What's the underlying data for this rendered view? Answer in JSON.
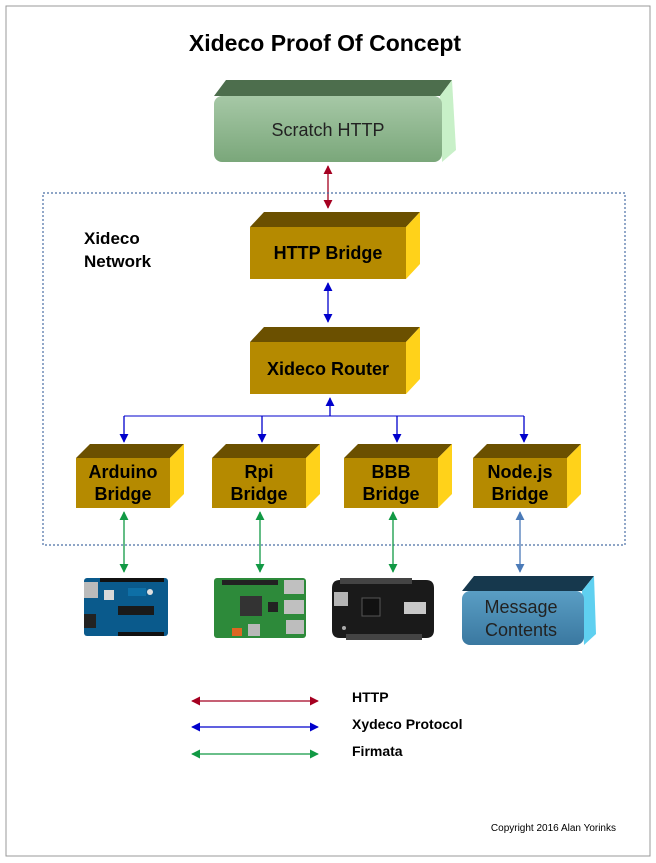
{
  "title": "Xideco Proof Of Concept",
  "network_label": [
    "Xideco",
    "Network"
  ],
  "nodes": {
    "scratch": "Scratch HTTP",
    "http_bridge": "HTTP Bridge",
    "router": "Xideco Router",
    "arduino": [
      "Arduino",
      "Bridge"
    ],
    "rpi": [
      "Rpi",
      "Bridge"
    ],
    "bbb": [
      "BBB",
      "Bridge"
    ],
    "nodejs": [
      "Node.js",
      "Bridge"
    ],
    "message": [
      "Message",
      "Contents"
    ]
  },
  "legend": [
    {
      "label": "HTTP",
      "color": "#a50021"
    },
    {
      "label": "Xydeco Protocol",
      "color": "#0000cc"
    },
    {
      "label": "Firmata",
      "color": "#119944"
    }
  ],
  "colors": {
    "gold_front": "#b58a00",
    "gold_top": "#6b5000",
    "gold_side": "#ffd21a",
    "green_front": "#8db78d",
    "teal_front": "#4b8db5",
    "http": "#a50021",
    "xideco": "#0000cc",
    "firmata": "#119944",
    "node_link": "#4a7ab8",
    "dotted_border": "#4a6fa5"
  },
  "copyright": "Copyright 2016 Alan Yorinks"
}
